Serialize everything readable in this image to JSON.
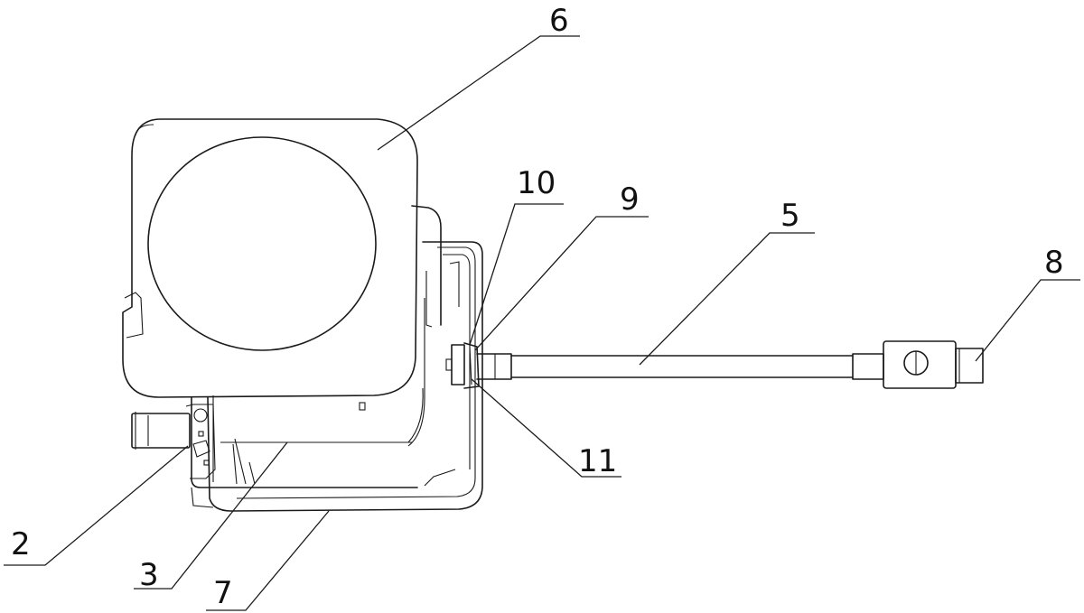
{
  "callouts": [
    {
      "id": "6",
      "label": "6"
    },
    {
      "id": "10",
      "label": "10"
    },
    {
      "id": "9",
      "label": "9"
    },
    {
      "id": "5",
      "label": "5"
    },
    {
      "id": "8",
      "label": "8"
    },
    {
      "id": "11",
      "label": "11"
    },
    {
      "id": "2",
      "label": "2"
    },
    {
      "id": "3",
      "label": "3"
    },
    {
      "id": "7",
      "label": "7"
    }
  ],
  "colors": {
    "line": "#1a1a1a",
    "background": "#ffffff"
  }
}
